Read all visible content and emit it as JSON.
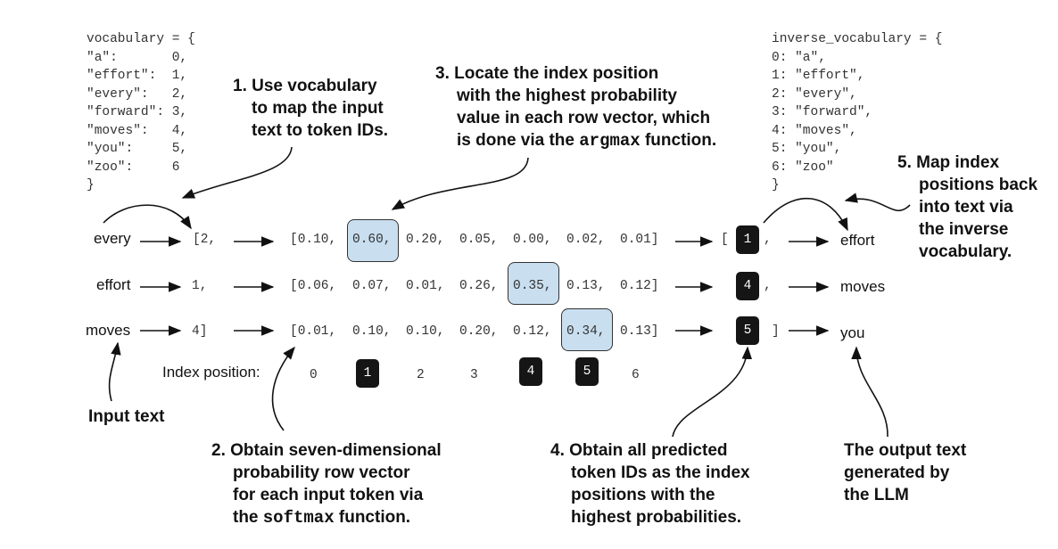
{
  "vocabulary": {
    "header": "vocabulary = {",
    "lines": [
      "\"a\":       0,",
      "\"effort\":  1,",
      "\"every\":   2,",
      "\"forward\": 3,",
      "\"moves\":   4,",
      "\"you\":     5,",
      "\"zoo\":     6"
    ],
    "footer": "}"
  },
  "inverse_vocabulary": {
    "header": "inverse_vocabulary = {",
    "lines": [
      "0: \"a\",",
      "1: \"effort\",",
      "2: \"every\",",
      "3: \"forward\",",
      "4: \"moves\",",
      "5: \"you\",",
      "6: \"zoo\""
    ],
    "footer": "}"
  },
  "callouts": {
    "step1": [
      "1. Use vocabulary",
      "to map the input",
      "text to token IDs."
    ],
    "step2": {
      "l1": "2. Obtain seven-dimensional",
      "l2": "probability row vector",
      "l3": "for each input token via",
      "l4_pre": "the ",
      "l4_code": "softmax",
      "l4_post": " function."
    },
    "step3": {
      "l1": "3. Locate the index position",
      "l2": "with the highest probability",
      "l3": "value in each row vector, which",
      "l4_pre": "is done via the ",
      "l4_code": "argmax",
      "l4_post": " function."
    },
    "step4": [
      "4. Obtain all predicted",
      "token IDs as the index",
      "positions with the",
      "highest probabilities."
    ],
    "step5": [
      "5. Map index",
      "positions back",
      "into text via",
      "the inverse",
      "vocabulary."
    ],
    "input_text": "Input text",
    "output_text": [
      "The output text",
      "generated by",
      "the LLM"
    ]
  },
  "rows": [
    {
      "input": "every",
      "token_id": "[2,",
      "open": "[0.10,",
      "probs": [
        "0.10,",
        "0.60,",
        "0.20,",
        "0.05,",
        "0.00,",
        "0.02,",
        "0.01]"
      ],
      "highlight": 1,
      "pred_open": "[",
      "pred": "1",
      "pred_close": ",",
      "output": "effort"
    },
    {
      "input": "effort",
      "token_id": "1,",
      "probs": [
        "[0.06,",
        "0.07,",
        "0.01,",
        "0.26,",
        "0.35,",
        "0.13,",
        "0.12]"
      ],
      "highlight": 4,
      "pred_open": "",
      "pred": "4",
      "pred_close": ",",
      "output": "moves"
    },
    {
      "input": "moves",
      "token_id": "4]",
      "probs": [
        "[0.01,",
        "0.10,",
        "0.10,",
        "0.20,",
        "0.12,",
        "0.34,",
        "0.13]"
      ],
      "highlight": 5,
      "pred_open": "",
      "pred": "5",
      "pred_close": "]",
      "output": "you"
    }
  ],
  "index_position": {
    "label": "Index position:",
    "values": [
      "0",
      "1",
      "2",
      "3",
      "4",
      "5",
      "6"
    ],
    "highlighted": [
      1,
      4,
      5
    ]
  }
}
